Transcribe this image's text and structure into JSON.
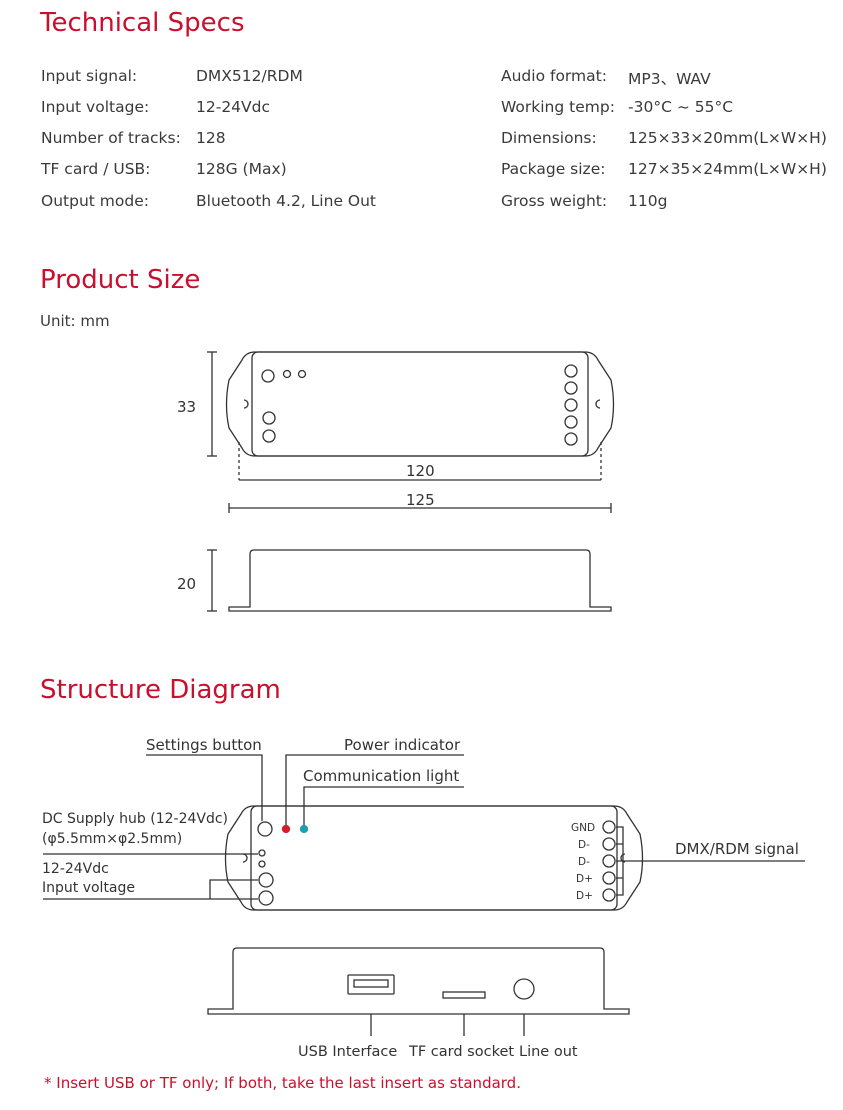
{
  "sections": {
    "specs_title": "Technical Specs",
    "size_title": "Product Size",
    "structure_title": "Structure Diagram"
  },
  "specs_left": [
    {
      "label": "Input signal:",
      "value": "DMX512/RDM"
    },
    {
      "label": "Input voltage:",
      "value": "12-24Vdc"
    },
    {
      "label": "Number of tracks:",
      "value": "128"
    },
    {
      "label": "TF card / USB:",
      "value": "128G (Max)"
    },
    {
      "label": "Output mode:",
      "value": "Bluetooth 4.2, Line Out"
    }
  ],
  "specs_right": [
    {
      "label": "Audio format:",
      "value": "MP3、WAV"
    },
    {
      "label": "Working temp:",
      "value": "-30°C ~ 55°C"
    },
    {
      "label": "Dimensions:",
      "value": "125×33×20mm(L×W×H)"
    },
    {
      "label": "Package size:",
      "value": "127×35×24mm(L×W×H)"
    },
    {
      "label": "Gross weight:",
      "value": "110g"
    }
  ],
  "size": {
    "unit": "Unit:  mm",
    "height_top": "33",
    "inner_width": "120",
    "outer_width": "125",
    "height_side": "20"
  },
  "structure": {
    "settings_button": "Settings button",
    "power_indicator": "Power indicator",
    "communication_light": "Communication light",
    "dc_hub_line1": "DC Supply hub (12-24Vdc)",
    "dc_hub_line2": "(φ5.5mm×φ2.5mm)",
    "input_line1": "12-24Vdc",
    "input_line2": "Input voltage",
    "dmx_signal": "DMX/RDM signal",
    "terminals": [
      "GND",
      "D-",
      "D-",
      "D+",
      "D+"
    ],
    "usb": "USB Interface",
    "tf": "TF card socket",
    "line_out": "Line out"
  },
  "note": "* Insert USB or TF only; If both, take the last insert as standard.",
  "colors": {
    "accent": "#c8102e",
    "power_led": "#d0202a",
    "comm_led": "#1aa0b0"
  }
}
